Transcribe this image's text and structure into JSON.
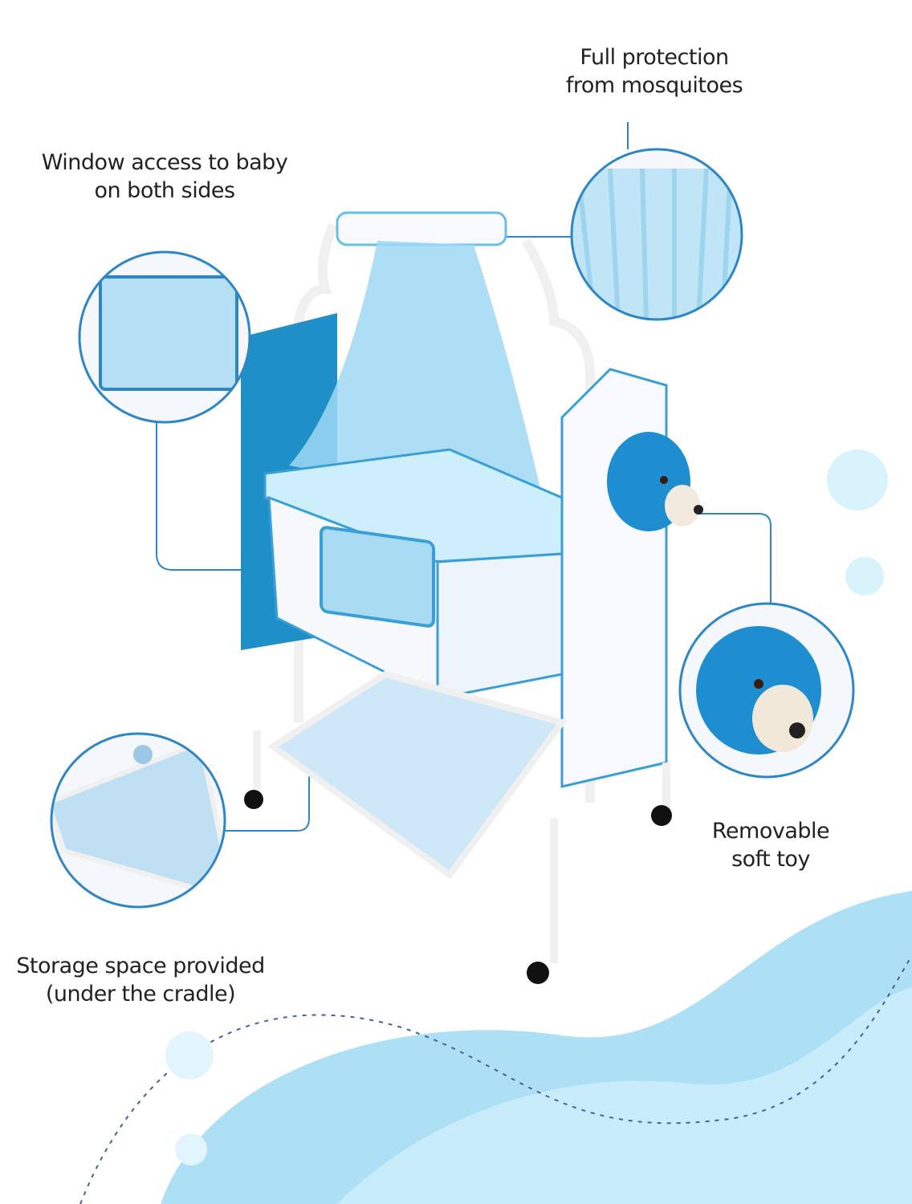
{
  "features": [
    {
      "id": "mosquito",
      "lines": [
        "Full protection",
        "from mosquitoes"
      ]
    },
    {
      "id": "window",
      "lines": [
        "Window access to baby",
        "on both sides"
      ]
    },
    {
      "id": "toy",
      "lines": [
        "Removable",
        "soft toy"
      ]
    },
    {
      "id": "storage",
      "lines": [
        "Storage space provided",
        "(under the cradle)"
      ]
    }
  ],
  "colors": {
    "accent": "#2f86c4",
    "light_blue": "#bfe6f7",
    "wave": "#8fd3f0",
    "fabric": "#3a9fd6"
  }
}
